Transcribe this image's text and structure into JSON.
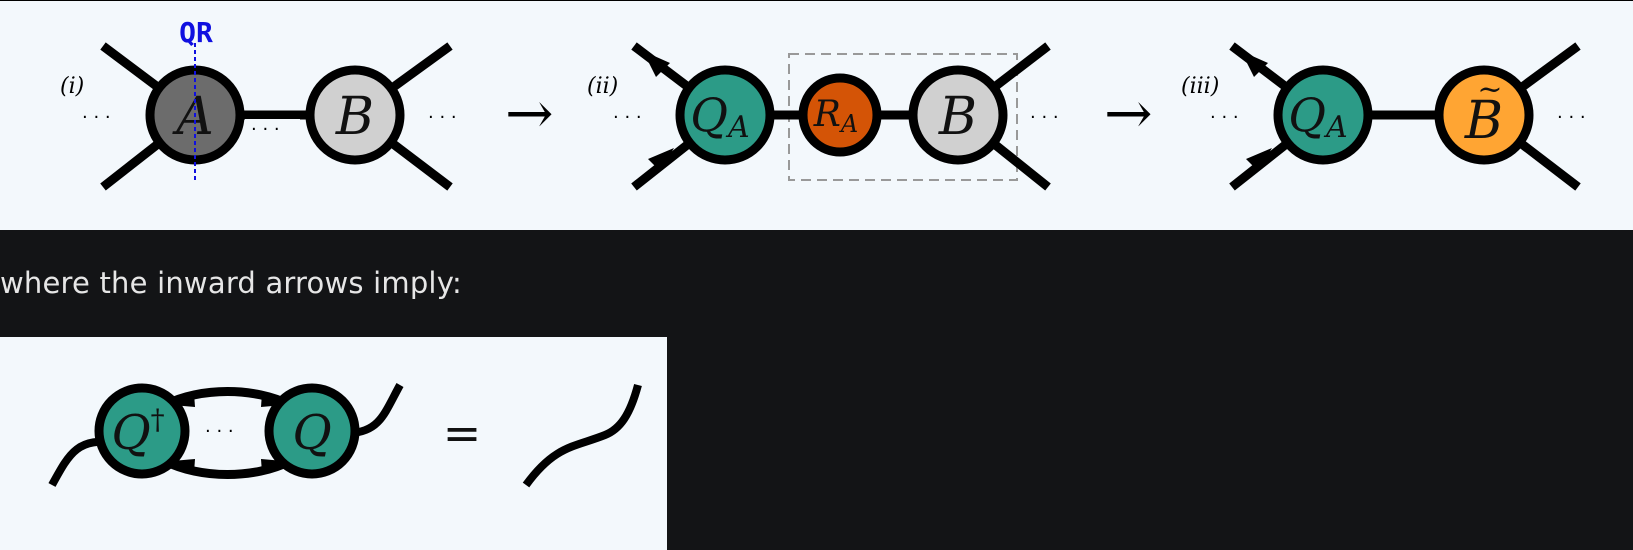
{
  "diagram_top": {
    "labels": {
      "step_i": "(i)",
      "step_ii": "(ii)",
      "step_iii": "(iii)",
      "qr_marker": "QR",
      "dots": "· · ·",
      "arrow": "→"
    },
    "nodes": {
      "a": "A",
      "b": "B",
      "qa_main": "Q",
      "qa_sub": "A",
      "ra_main": "R",
      "ra_sub": "A",
      "b2": "B",
      "qa3_main": "Q",
      "qa3_sub": "A",
      "btilde": "B",
      "tilde": "~"
    }
  },
  "caption": "where the inward arrows imply:",
  "diagram_bottom": {
    "q_dagger_main": "Q",
    "q_dagger_sup": "†",
    "q": "Q",
    "dots": "· · ·",
    "equals": "="
  },
  "colors": {
    "teal": "#2c9b87",
    "orange": "#d45406",
    "light_orange": "#ffa533",
    "gray_dark": "#6c6c6c",
    "gray_light": "#d0d0d0",
    "blue": "#1010e0"
  }
}
